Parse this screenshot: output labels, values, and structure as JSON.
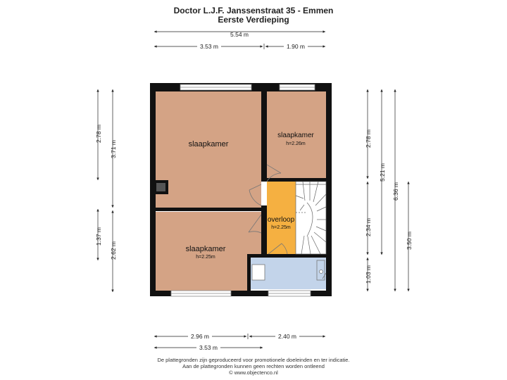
{
  "header": {
    "title": "Doctor L.J.F. Janssenstraat 35 - Emmen",
    "subtitle": "Eerste Verdieping"
  },
  "dimensions": {
    "top_total": "5.54 m",
    "top_left": "3.53 m",
    "top_right": "1.90 m",
    "bottom_left": "2.96 m",
    "bottom_right": "2.40 m",
    "bottom_total": "3.53 m",
    "left_outer_top": "2.78 m",
    "left_outer_bottom": "1.37 m",
    "left_inner_top": "3.71 m",
    "left_inner_bottom": "2.62 m",
    "right_a_top": "2.78 m",
    "right_a_mid": "2.34 m",
    "right_a_bottom": "1.03 m",
    "right_b": "5.21 m",
    "right_c": "6.36 m",
    "right_d": "3.50 m"
  },
  "rooms": {
    "bedroom_main": {
      "name": "slaapkamer"
    },
    "bedroom_small": {
      "name": "slaapkamer",
      "height": "h=2.26m"
    },
    "landing": {
      "name": "overloop",
      "height": "h=2.25m"
    },
    "bedroom_bottom": {
      "name": "slaapkamer",
      "height": "h=2.25m"
    }
  },
  "colors": {
    "bedroom": "#d4a385",
    "landing": "#f5b041",
    "bathroom": "#c3d4ea",
    "wall": "#111111"
  },
  "footer": {
    "line1": "De plattegronden zijn geproduceerd voor promotionele doeleinden en ter indicatie.",
    "line2": "Aan de plattegronden kunnen geen rechten worden ontleend",
    "line3": "© www.objectenco.nl"
  }
}
